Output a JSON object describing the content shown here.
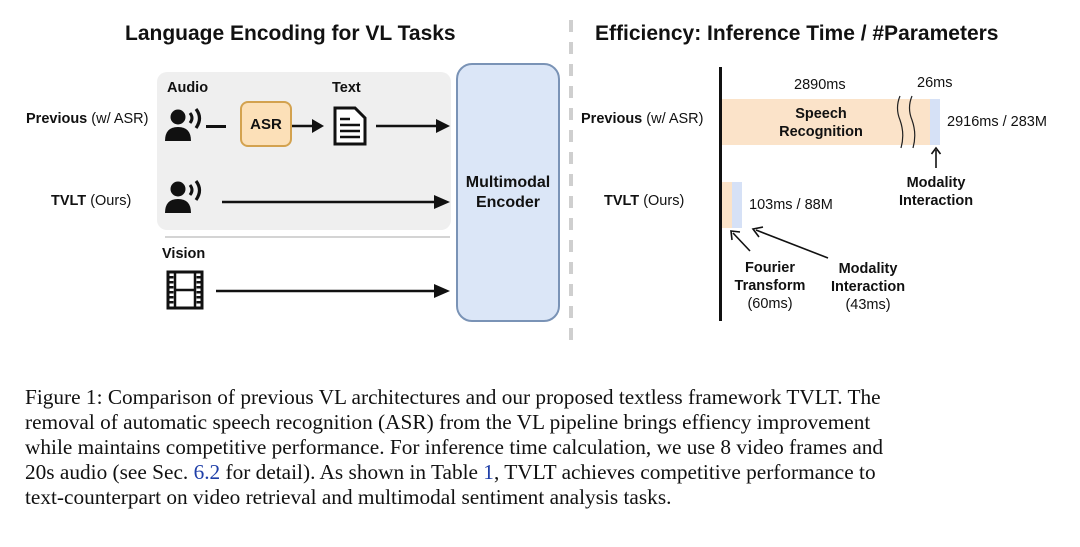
{
  "left_panel": {
    "title": "Language Encoding for VL Tasks",
    "rows": [
      {
        "bold": "Previous",
        "rest": " (w/ ASR)"
      },
      {
        "bold": "TVLT",
        "rest": " (Ours)"
      }
    ],
    "modality_labels": {
      "audio": "Audio",
      "text": "Text",
      "vision": "Vision"
    },
    "asr_box": "ASR",
    "encoder": {
      "line1": "Multimodal",
      "line2": "Encoder"
    },
    "icons": [
      "speaker-person-icon",
      "document-icon",
      "film-strip-icon"
    ],
    "colors": {
      "gray_panel": "#efefef",
      "asr_fill": "#fce0b8",
      "asr_border": "#d3a24f",
      "encoder_fill": "#dbe6f7",
      "encoder_border": "#7a93b6"
    }
  },
  "right_panel": {
    "title": "Efficiency: Inference Time / #Parameters",
    "rows": [
      {
        "bold": "Previous",
        "rest": " (w/ ASR)"
      },
      {
        "bold": "TVLT",
        "rest": " (Ours)"
      }
    ],
    "previous": {
      "asr_time": "2890ms",
      "asr_label_1": "Speech",
      "asr_label_2": "Recognition",
      "interaction_time": "26ms",
      "total": "2916ms / 283M",
      "interaction_label_1": "Modality",
      "interaction_label_2": "Interaction"
    },
    "tvlt": {
      "total": "103ms / 88M",
      "fourier_label_1": "Fourier",
      "fourier_label_2": "Transform",
      "fourier_time": "(60ms)",
      "interaction_label_1": "Modality",
      "interaction_label_2": "Interaction",
      "interaction_time": "(43ms)"
    },
    "colors": {
      "speech_bar": "#fbe3c9",
      "interaction_bar": "#d6e1f6"
    }
  },
  "chart_data": {
    "type": "bar",
    "title": "Efficiency: Inference Time / #Parameters",
    "categories": [
      "Previous (w/ ASR)",
      "TVLT (Ours)"
    ],
    "series": [
      {
        "name": "Speech Recognition / Fourier Transform",
        "values": [
          2890,
          60
        ],
        "unit": "ms"
      },
      {
        "name": "Modality Interaction",
        "values": [
          26,
          43
        ],
        "unit": "ms"
      }
    ],
    "totals": [
      {
        "time_ms": 2916,
        "params": "283M"
      },
      {
        "time_ms": 103,
        "params": "88M"
      }
    ],
    "axis_break": true,
    "orientation": "horizontal-stacked"
  },
  "caption": {
    "line1": "Figure 1: Comparison of previous VL architectures and our proposed textless framework TVLT. The",
    "line2": "removal of automatic speech recognition (ASR) from the VL pipeline brings effiency improvement",
    "line3": "while maintains competitive performance. For inference time calculation, we use 8 video frames and",
    "line4_a": "20s audio (see Sec. ",
    "line4_link": "6.2",
    "line4_b": " for detail). As shown in Table ",
    "line4_link2": "1",
    "line4_c": ", TVLT achieves competitive performance to",
    "line5": "text-counterpart on video retrieval and multimodal sentiment analysis tasks."
  }
}
